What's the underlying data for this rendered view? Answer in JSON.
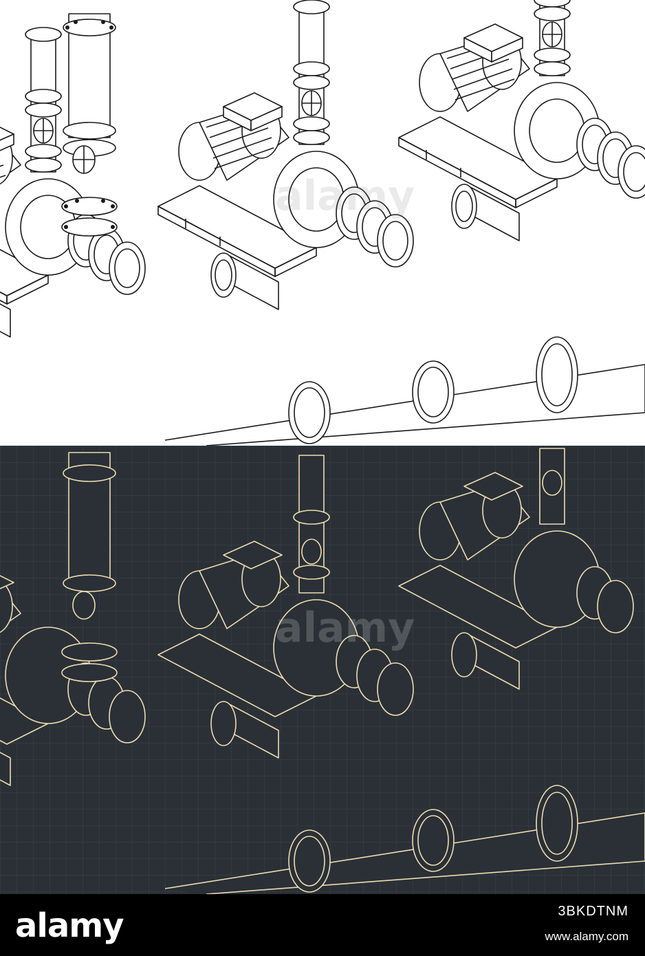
{
  "image": {
    "kind": "isometric pump station line drawing, two colorways",
    "light_panel": {
      "background": "#ffffff",
      "stroke": "#1a1a1a"
    },
    "dark_panel": {
      "background": "#2a3036",
      "stroke": "#efdcb2",
      "grid": "#3a434b"
    }
  },
  "watermark": {
    "text": "alamy"
  },
  "footer": {
    "brand": "alamy",
    "image_code": "3BKDTNM",
    "site": "www.alamy.com",
    "background": "#000000",
    "text_color": "#ffffff"
  }
}
